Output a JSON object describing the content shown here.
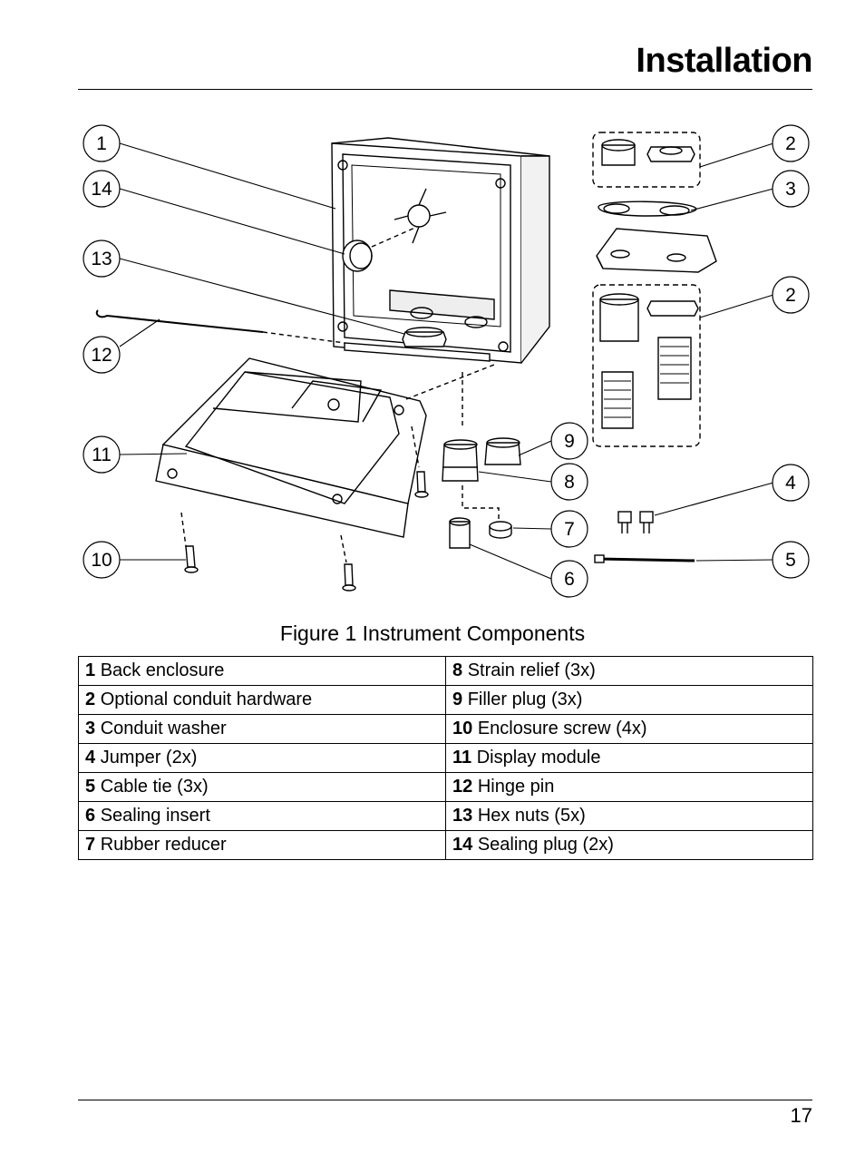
{
  "header": {
    "title": "Installation"
  },
  "figure": {
    "caption": "Figure 1  Instrument Components",
    "callouts": [
      "1",
      "14",
      "13",
      "12",
      "11",
      "10",
      "2",
      "3",
      "2",
      "9",
      "8",
      "7",
      "6",
      "4",
      "5"
    ]
  },
  "components": {
    "rows": [
      {
        "left": {
          "num": "1",
          "label": "Back enclosure"
        },
        "right": {
          "num": "8",
          "label": "Strain relief (3x)"
        }
      },
      {
        "left": {
          "num": "2",
          "label": "Optional conduit hardware"
        },
        "right": {
          "num": "9",
          "label": "Filler plug (3x)"
        }
      },
      {
        "left": {
          "num": "3",
          "label": "Conduit washer"
        },
        "right": {
          "num": "10",
          "label": "Enclosure screw (4x)"
        }
      },
      {
        "left": {
          "num": "4",
          "label": "Jumper (2x)"
        },
        "right": {
          "num": "11",
          "label": "Display module"
        }
      },
      {
        "left": {
          "num": "5",
          "label": "Cable tie (3x)"
        },
        "right": {
          "num": "12",
          "label": "Hinge pin"
        }
      },
      {
        "left": {
          "num": "6",
          "label": "Sealing insert"
        },
        "right": {
          "num": "13",
          "label": "Hex nuts (5x)"
        }
      },
      {
        "left": {
          "num": "7",
          "label": "Rubber reducer"
        },
        "right": {
          "num": "14",
          "label": "Sealing plug (2x)"
        }
      }
    ]
  },
  "footer": {
    "page_number": "17"
  }
}
